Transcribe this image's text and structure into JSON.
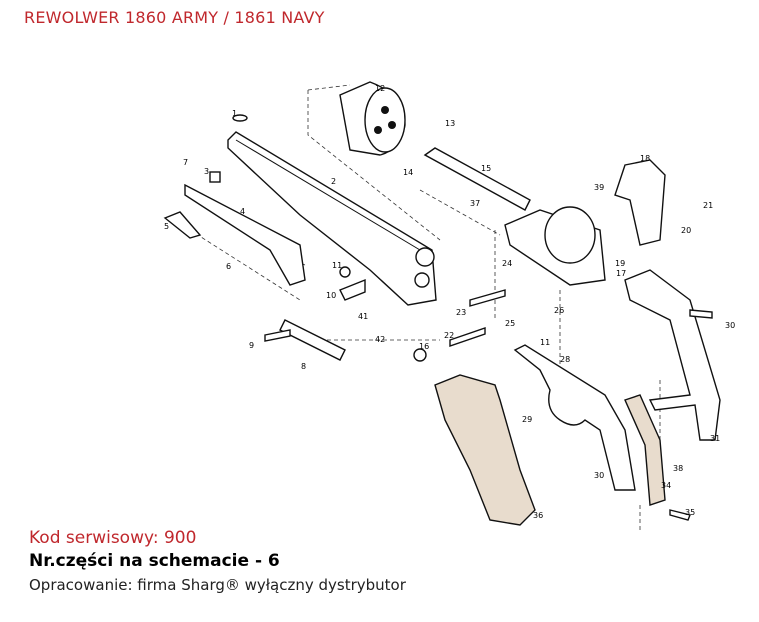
{
  "title": "REWOLWER 1860 ARMY / 1861 NAVY",
  "service_code": "Kod serwisowy: 900",
  "part_number_line": "Nr.części na schemacie - 6",
  "credit": "Opracowanie: firma Sharg® wyłączny dystrybutor",
  "diagram": {
    "part_labels": [
      "1",
      "2",
      "3",
      "4",
      "5",
      "6",
      "7",
      "8",
      "9",
      "10",
      "11",
      "12",
      "13",
      "14",
      "15",
      "16",
      "17",
      "18",
      "19",
      "20",
      "21",
      "22",
      "23",
      "24",
      "25",
      "26",
      "28",
      "29",
      "30",
      "30",
      "31",
      "34",
      "35",
      "36",
      "37",
      "38",
      "39",
      "41",
      "42",
      "11"
    ]
  }
}
